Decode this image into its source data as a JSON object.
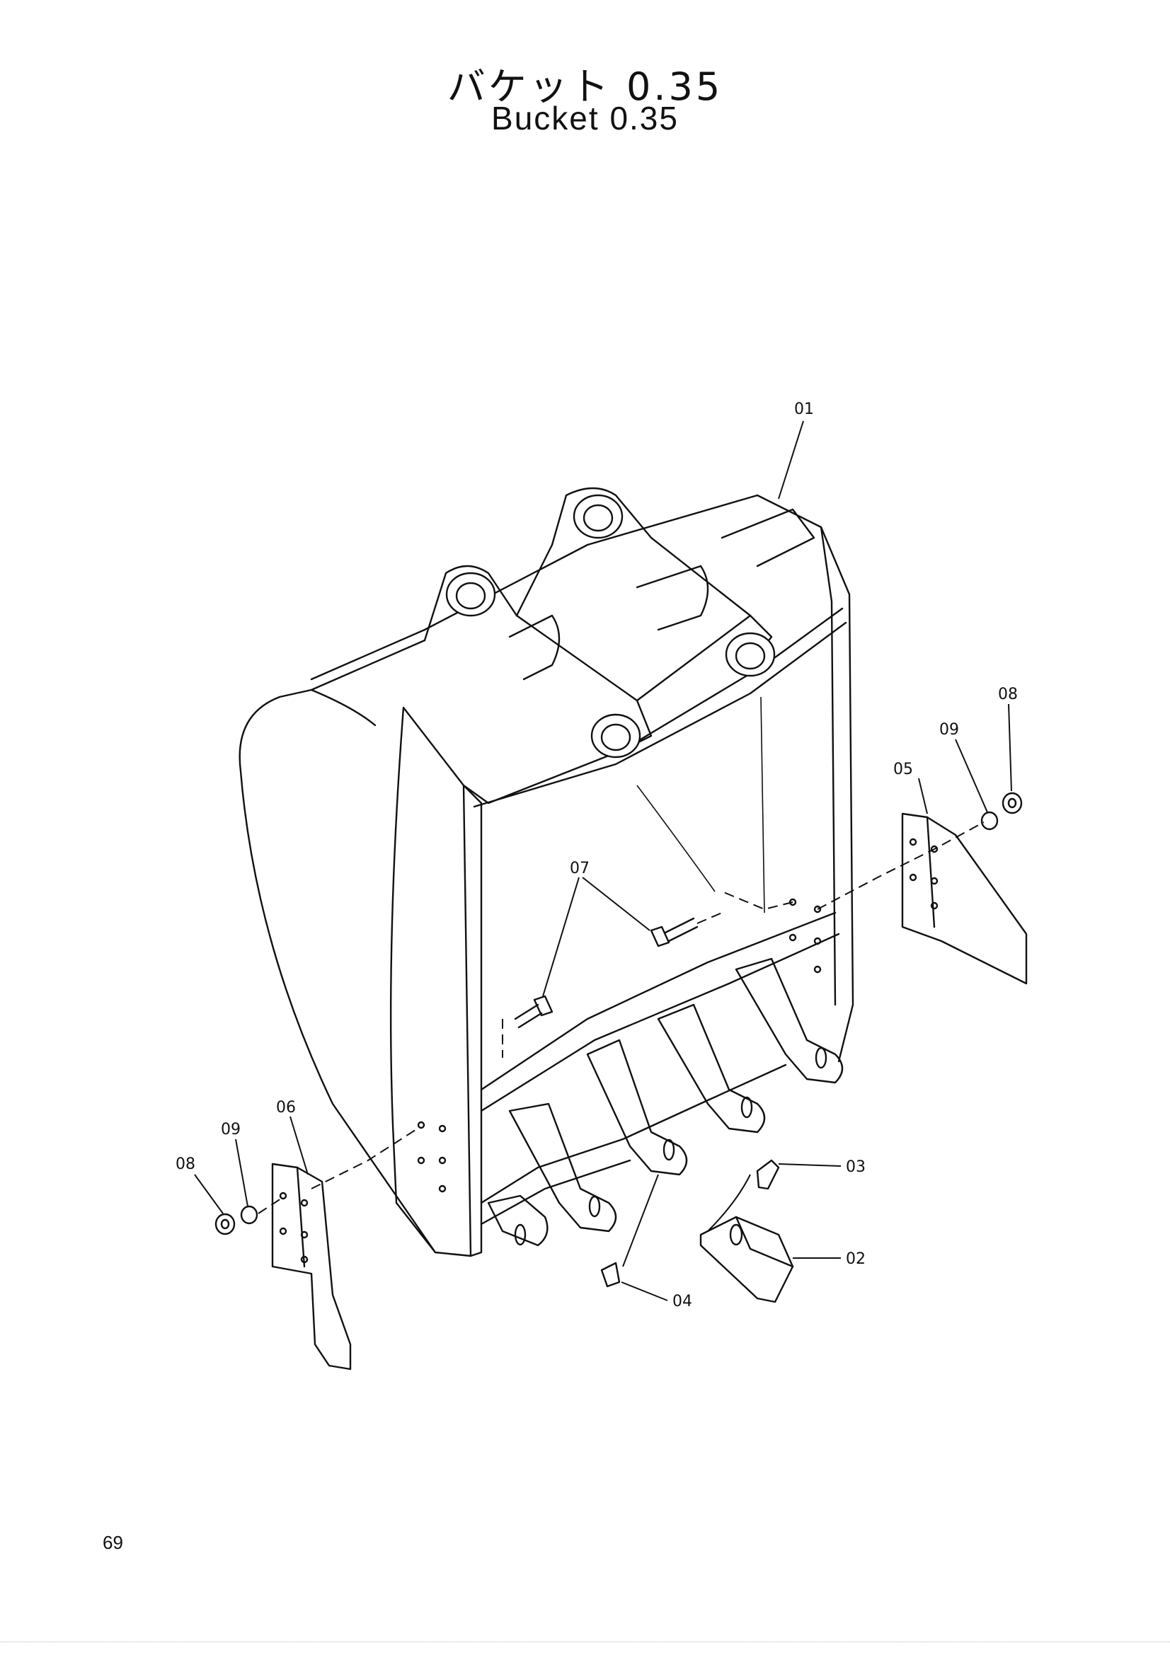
{
  "header": {
    "title_jp": "バケット 0.35",
    "title_en": "Bucket 0.35"
  },
  "callouts": {
    "c01": "01",
    "c02": "02",
    "c03": "03",
    "c04": "04",
    "c05": "05",
    "c06": "06",
    "c07": "07",
    "c08_right": "08",
    "c09_right": "09",
    "c08_left": "08",
    "c09_left": "09"
  },
  "footer": {
    "page_number": "69"
  }
}
